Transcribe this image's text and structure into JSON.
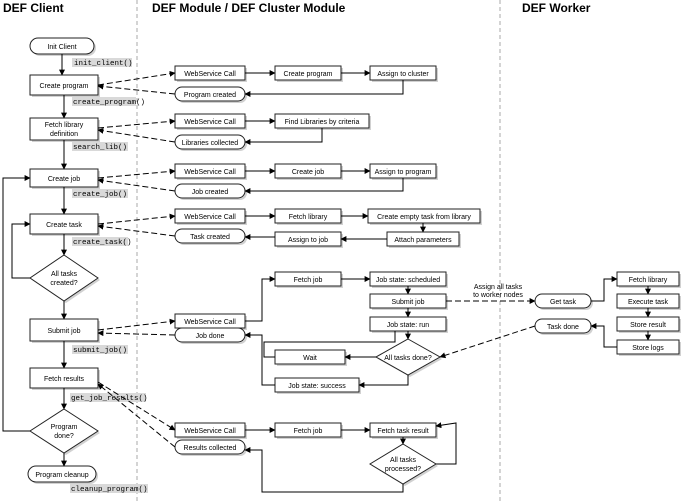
{
  "headers": {
    "client": "DEF Client",
    "module": "DEF Module / DEF Cluster Module",
    "worker": "DEF Worker"
  },
  "client": {
    "init_client": "Init Client",
    "init_client_call": "init_client()",
    "create_program": "Create program",
    "create_program_call": "create_program()",
    "fetch_library_l1": "Fetch library",
    "fetch_library_l2": "definition",
    "search_lib_call": "search_lib()",
    "create_job": "Create job",
    "create_job_call": "create_job()",
    "create_task": "Create task",
    "create_task_call": "create_task()",
    "all_tasks_created_l1": "All tasks",
    "all_tasks_created_l2": "created?",
    "submit_job": "Submit job",
    "submit_job_call": "submit_job()",
    "fetch_results": "Fetch results",
    "get_job_results_call": "get_job_results()",
    "program_done_l1": "Program",
    "program_done_l2": "done?",
    "program_cleanup": "Program cleanup",
    "cleanup_program_call": "cleanup_program()"
  },
  "module": {
    "ws_call": "WebService Call",
    "create_program": "Create program",
    "assign_to_cluster": "Assign to cluster",
    "program_created": "Program created",
    "find_libraries": "Find Libraries by criteria",
    "libraries_collected": "Libraries collected",
    "create_job": "Create job",
    "assign_to_program": "Assign to program",
    "job_created": "Job created",
    "fetch_library": "Fetch library",
    "create_empty_task": "Create empty task from library",
    "attach_parameters": "Attach parameters",
    "assign_to_job": "Assign to job",
    "task_created": "Task created",
    "fetch_job": "Fetch job",
    "job_state_scheduled": "Job state: scheduled",
    "submit_job": "Submit job",
    "job_state_run": "Job state: run",
    "all_tasks_done": "All tasks done?",
    "wait": "Wait",
    "job_state_success": "Job state: success",
    "job_done": "Job done",
    "fetch_task_result": "Fetch task result",
    "all_tasks_processed_l1": "All tasks",
    "all_tasks_processed_l2": "processed?",
    "results_collected": "Results collected",
    "assign_all_tasks_l1": "Assign all tasks",
    "assign_all_tasks_l2": "to worker nodes"
  },
  "worker": {
    "get_task": "Get task",
    "fetch_library": "Fetch library",
    "execute_task": "Execute task",
    "store_result": "Store result",
    "store_logs": "Store logs",
    "task_done": "Task done"
  }
}
